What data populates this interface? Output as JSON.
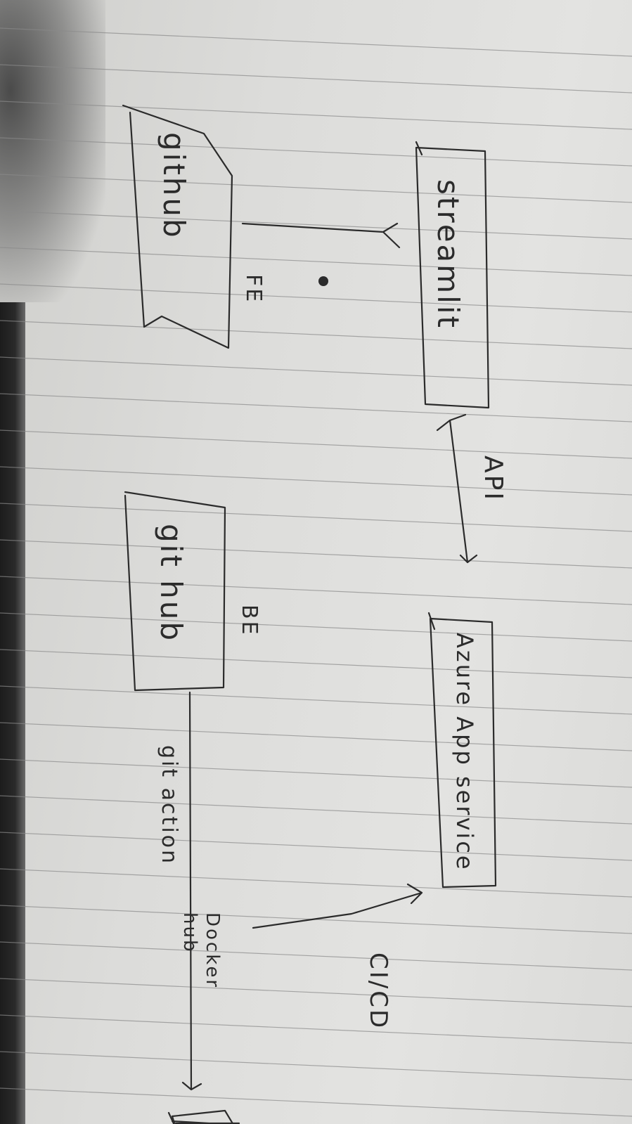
{
  "nodes": {
    "streamlit": "streamlit",
    "github_fe": "github",
    "github_be": "git hub",
    "azure": "Azure App service",
    "docker": "Docker hub"
  },
  "edges": {
    "api": "API",
    "fe": "FE",
    "be": "BE",
    "git_action": "git action",
    "cicd": "CI/CD"
  },
  "colors": {
    "ink": "#2b2b2b",
    "rule": "#8a8a8a",
    "paper": "#dcdcda"
  }
}
